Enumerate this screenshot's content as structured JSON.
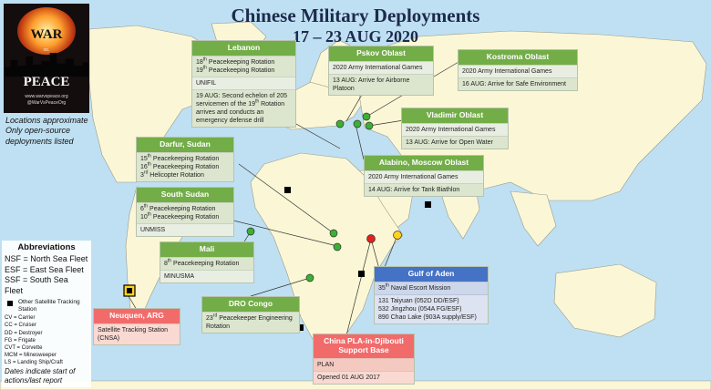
{
  "title": {
    "line1": "Chinese Military Deployments",
    "line2": "17 – 23 AUG 2020"
  },
  "logo": {
    "top": "WAR",
    "vs": "vs.",
    "bottom": "PEACE",
    "site": "www.warvspeace.org",
    "handle": "@WarVsPeaceOrg"
  },
  "notes": [
    "Locations approximate",
    "Only open-source",
    "deployments listed"
  ],
  "abbreviations": {
    "heading": "Abbreviations",
    "fleets": [
      "NSF = North Sea Fleet",
      "ESF = East Sea Fleet",
      "SSF = South Sea Fleet"
    ],
    "station_legend": "Other Satellite Tracking Station",
    "ship_types": [
      "CV = Carrier",
      "CC = Cruiser",
      "DD = Destroyer",
      "FG = Frigate",
      "CVT = Corvette",
      "MCM = Minesweeper",
      "LS = Landing Ship/Craft"
    ],
    "dates_note": "Dates indicate start of actions/last report"
  },
  "colors": {
    "ocean": "#bfe0f2",
    "land": "#fbf7d6",
    "header_green": "#72ad47",
    "header_blue": "#4472c4",
    "header_red": "#f26b6b",
    "marker_green": "#3cb034",
    "marker_yellow": "#ffd21f",
    "marker_red": "#e0211d"
  },
  "boxes": {
    "lebanon": {
      "title": "Lebanon",
      "rows": [
        "18th Peacekeeping Rotation",
        "19th Peacekeeping Rotation",
        "UNIFIL",
        "19 AUG: Second echelon of 205 servicemen of the 19th Rotation arrives and conducts an emergency defense drill"
      ]
    },
    "pskov": {
      "title": "Pskov Oblast",
      "rows": [
        "2020 Army International Games",
        "13 AUG: Arrive for Airborne Platoon"
      ]
    },
    "kostroma": {
      "title": "Kostroma Oblast",
      "rows": [
        "2020 Army International Games",
        "16 AUG: Arrive for Safe Environment"
      ]
    },
    "vladimir": {
      "title": "Vladimir Oblast",
      "rows": [
        "2020 Army International Games",
        "13 AUG: Arrive for Open Water"
      ]
    },
    "alabino": {
      "title": "Alabino, Moscow Oblast",
      "rows": [
        "2020 Army International Games",
        "14 AUG: Arrive for Tank Biathlon"
      ]
    },
    "darfur": {
      "title": "Darfur, Sudan",
      "rows": [
        "15th Peacekeeping Rotation",
        "16th Peacekeeping Rotation",
        "3rd Helicopter Rotation"
      ]
    },
    "south_sudan": {
      "title": "South Sudan",
      "rows": [
        "6th Peacekeeping Rotation",
        "10th Peacekeeping Rotation",
        "UNMISS"
      ]
    },
    "mali": {
      "title": "Mali",
      "rows": [
        "8th Peacekeeping Rotation",
        "MINUSMA"
      ]
    },
    "drc": {
      "title": "DRO Congo",
      "rows": [
        "23rd Peacekeeper Engineering Rotation"
      ]
    },
    "gulf_aden": {
      "title": "Gulf of Aden",
      "rows": [
        "35th Naval Escort Mission",
        "131 Taiyuan (052D DD/ESF)",
        "532 Jingzhou (054A FG/ESF)",
        "890 Chao Lake (903A supply/ESF)"
      ]
    },
    "neuquen": {
      "title": "Neuquen, ARG",
      "rows": [
        "Satellite Tracking Station (CNSA)"
      ]
    },
    "djibouti": {
      "title": "China PLA-in-Djibouti Support Base",
      "rows": [
        "PLAN",
        "Opened 01 AUG 2017"
      ]
    }
  }
}
